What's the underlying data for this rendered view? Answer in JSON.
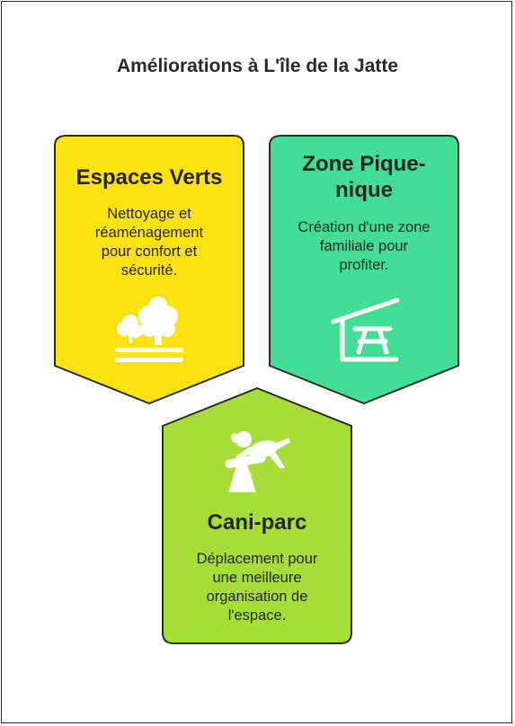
{
  "page_title": "Améliorations à L'île de la Jatte",
  "colors": {
    "espaces_verts": "#FDE212",
    "zone_pique_nique": "#43DE96",
    "cani_parc": "#A6DD36",
    "border": "#2b2b2b",
    "icon": "#ffffff"
  },
  "cards": {
    "espaces_verts": {
      "title": "Espaces Verts",
      "desc_lines": [
        "Nettoyage et",
        "réaménagement",
        "pour confort et",
        "sécurité."
      ],
      "icon": "trees-icon"
    },
    "zone_pique_nique": {
      "title_lines": [
        "Zone Pique-",
        "nique"
      ],
      "desc_lines": [
        "Création d'une zone",
        "familiale pour",
        "profiter."
      ],
      "icon": "picnic-table-icon"
    },
    "cani_parc": {
      "title": "Cani-parc",
      "desc_lines": [
        "Déplacement pour",
        "une meilleure",
        "organisation de",
        "l'espace."
      ],
      "icon": "dog-agility-icon"
    }
  }
}
